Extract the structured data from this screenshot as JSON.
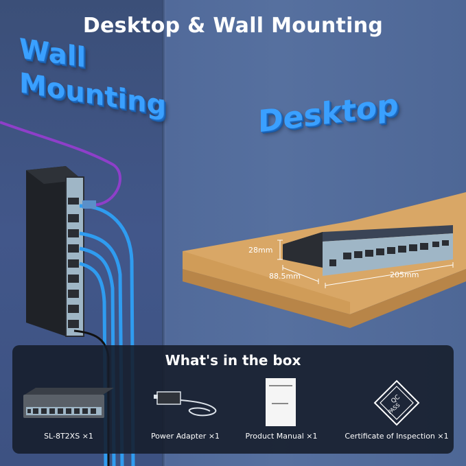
{
  "headline": "Desktop & Wall Mounting",
  "wall_label_line1": "Wall",
  "wall_label_line2": "Mounting",
  "desktop_label": "Desktop",
  "dimensions": {
    "height": "28mm",
    "depth": "88.5mm",
    "width": "205mm"
  },
  "box": {
    "title": "What's in the box",
    "items": [
      {
        "label": "SL-8T2XS ×1",
        "icon": "network-switch"
      },
      {
        "label": "Power Adapter ×1",
        "icon": "power-adapter"
      },
      {
        "label": "Product Manual ×1",
        "icon": "product-manual"
      },
      {
        "label": "Certificate of Inspection ×1",
        "icon": "qc-certificate"
      }
    ],
    "qc_text_top": "QC",
    "qc_text_bottom": "PASS"
  },
  "colors": {
    "wall": "#4e6796",
    "accent_blue": "#3aa0ff",
    "cable_blue": "#2f9cf0",
    "cable_purple": "#8e3fc9",
    "wood": "#d9a766",
    "switch_body": "#2a2d33"
  }
}
